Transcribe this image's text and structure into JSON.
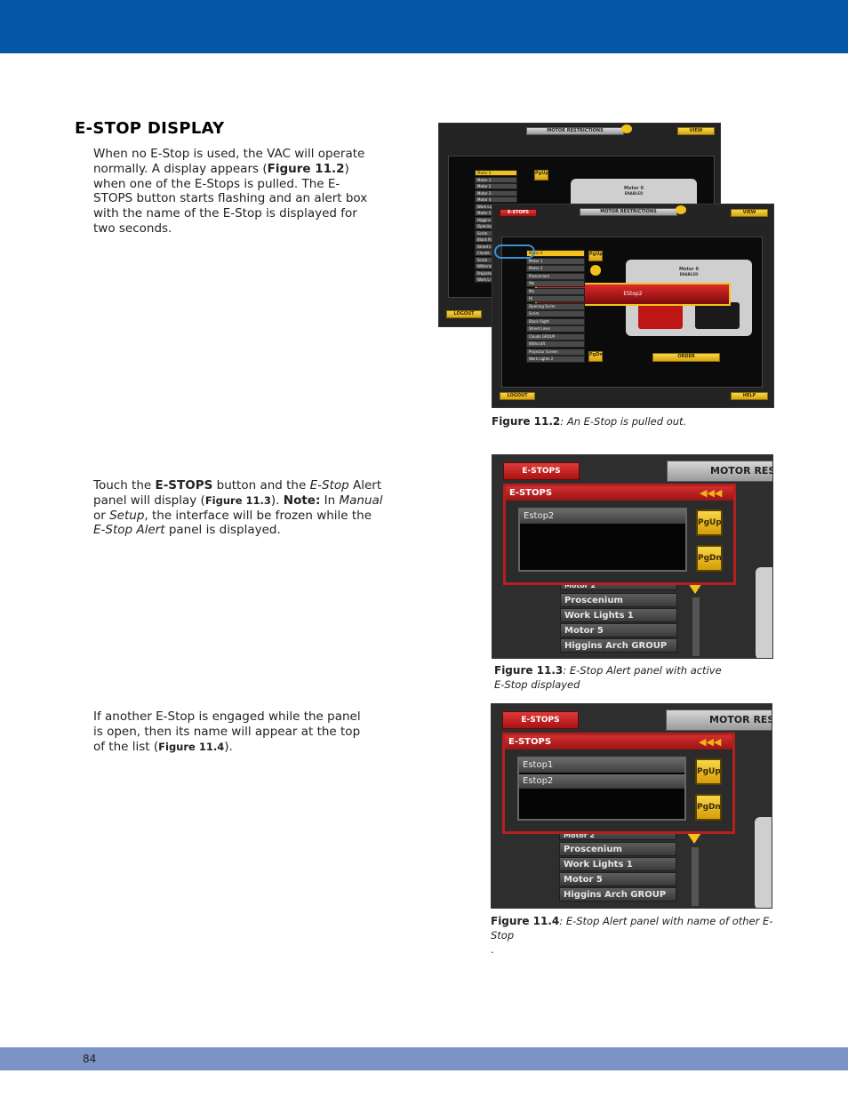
{
  "page": {
    "number": "84"
  },
  "section": {
    "title": "E-STOP DISPLAY"
  },
  "para1": {
    "t1": "When no E-Stop is used, the VAC will operate normally. A display appears (",
    "fig": "Figure 11.2",
    "t2": ") when one of the E-Stops is pulled. The E-STOPS button starts flashing and an alert box with the name of the E-Stop is displayed for two seconds."
  },
  "para2": {
    "t1": "Touch the ",
    "b1": "E-STOPS",
    "t2": " button and the ",
    "i1": "E-Stop",
    "t3": " Alert panel will display (",
    "fig": "Figure 11.3",
    "t4": "). ",
    "note": "Note:",
    "t5": " In ",
    "i2": "Manual",
    "t6": " or ",
    "i3": "Setup",
    "t7": ", the interface will be frozen while the ",
    "i4": "E-Stop Alert",
    "t8": " panel is displayed."
  },
  "para3": {
    "t1": "If another E-Stop is engaged while the panel is open, then its name will appear at the top of the list (",
    "fig": "Figure 11.4",
    "t2": ")."
  },
  "fig2": {
    "caption_fig": "Figure 11.2",
    "caption_text": ": An E-Stop is pulled out.",
    "back": {
      "top_btn": "MOTOR RESTRICTIONS",
      "view_btn": "VIEW",
      "logout_btn": "LOGOUT",
      "pgup": "PgUp",
      "motor_label": "Motor 0",
      "motor_sub": "ENABLED",
      "items": [
        "Motor 0",
        "Motor 1",
        "Motor 2",
        "Motor 3",
        "Motor 4",
        "Work Lights 1",
        "Motor 5",
        "Higgins Ar",
        "Opening",
        "Scrim",
        "Black Ri",
        "Street Li",
        "Clouds",
        "Scrim",
        "Withcraft",
        "Projector",
        "Work Li"
      ]
    },
    "front": {
      "estops_btn": "E-STOPS",
      "top_btn": "MOTOR RESTRICTIONS",
      "view_btn": "VIEW",
      "logout_btn": "LOGOUT",
      "help_btn": "HELP",
      "order_btn": "ORDER",
      "pgup": "PgUp",
      "pgdn": "PgDn",
      "motor_label": "Motor 0",
      "motor_sub": "ENABLED",
      "alert_text": "EStop2",
      "items": [
        "Motor 0",
        "Motor 1",
        "Motor 2",
        "Proscenium",
        "Wo",
        "Mo",
        "Hi",
        "Opening Scrim",
        "Scrim",
        "Black Right",
        "Street Lines",
        "Clouds GROUP",
        "Withcraft",
        "Projector Screen",
        "Work Lights 2"
      ]
    }
  },
  "fig3": {
    "caption_fig": "Figure 11.3",
    "caption_text": ": E-Stop Alert panel with active E-Stop displayed",
    "estops_btn": "E-STOPS",
    "motor_btn": "MOTOR RES",
    "panel_title": "E-STOPS",
    "arrows": "◀◀◀",
    "rows": [
      "Estop2"
    ],
    "pgup": "PgUp",
    "pgdn": "PgDn",
    "motor_cut": "Motor 2",
    "items": [
      "Proscenium",
      "Work Lights 1",
      "Motor 5",
      "Higgins Arch GROUP"
    ]
  },
  "fig4": {
    "caption_fig": "Figure 11.4",
    "caption_text": ": E-Stop Alert panel with name of other E-Stop",
    "caption_end": ".",
    "estops_btn": "E-STOPS",
    "motor_btn": "MOTOR RES",
    "panel_title": "E-STOPS",
    "arrows": "◀◀◀",
    "rows": [
      "Estop1",
      "Estop2"
    ],
    "pgup": "PgUp",
    "pgdn": "PgDn",
    "motor_cut": "Motor 2",
    "items": [
      "Proscenium",
      "Work Lights 1",
      "Motor 5",
      "Higgins Arch GROUP"
    ]
  },
  "colors": {
    "header_blue": "#0556a6",
    "footer_blue": "#7b93c6",
    "estop_red": "#b51f1f",
    "button_yellow": "#f2c21a"
  }
}
